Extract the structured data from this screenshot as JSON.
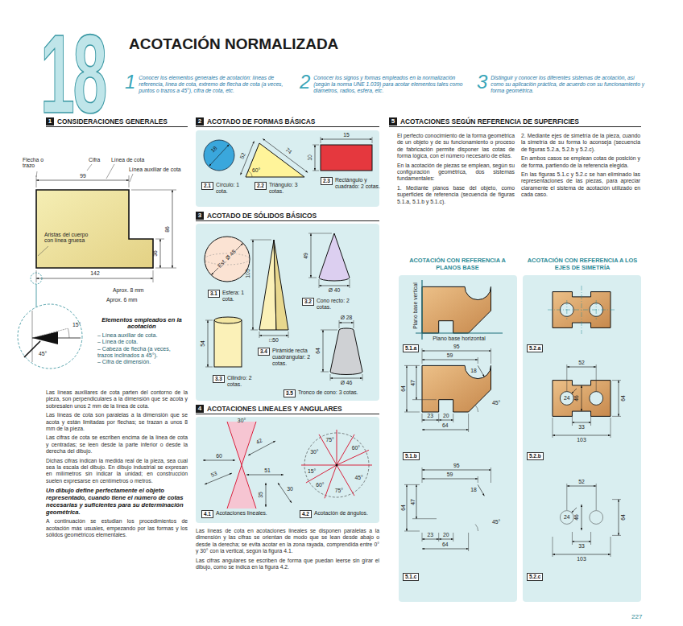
{
  "diagram": {
    "title": "ACOTACIÓN NORMALIZADA",
    "nodes": [
      {
        "text": [
          "1",
          "Conocer los elementos generales de acotación: líneas de referencia, línea de cota, extremo de flecha de cota (a veces, puntos o trazos a 45°), cifra de cota, etc."
        ]
      },
      {
        "text": [
          "2",
          "Conocer los signos y formas empleados en la normalización (según la norma UNE 1.039) para acotar elementos tales como diámetros, radios, esfera, etc."
        ]
      },
      {
        "text": [
          "3",
          "Distinguir y conocer los diferentes sistemas de acotación, así como su aplicación práctica, de acuerdo con su funcionamiento y forma geométrica."
        ]
      },
      {
        "text": [
          "1",
          "CONSIDERACIONES GENERALES"
        ]
      },
      {
        "text": [
          "2",
          "ACOTADO DE FORMAS BÁSICAS"
        ]
      },
      {
        "text": [
          "3",
          "ACOTADO DE SÓLIDOS BÁSICOS"
        ]
      },
      {
        "text": [
          "4",
          "ACOTACIONES LINEALES Y ANGULARES"
        ]
      },
      {
        "text": [
          "5",
          "ACOTACIONES SEGÚN REFERENCIA DE SUPERFICIES"
        ]
      },
      {
        "text": [
          "Elementos empleados en la acotación",
          "– Línea auxiliar de cota.",
          "– Línea de cota.",
          "– Cabeza de flecha (a veces, trazos inclinados a 45°).",
          "– Cifra de dimensión."
        ]
      },
      {
        "text": [
          "2.1",
          "Círculo: 1 cota."
        ]
      },
      {
        "text": [
          "2.2",
          "Triángulo: 3 cotas."
        ]
      },
      {
        "text": [
          "2.3",
          "Rectángulo y cuadrado: 2 cotas."
        ]
      },
      {
        "text": [
          "3.1",
          "Esfera: 1 cota."
        ]
      },
      {
        "text": [
          "3.2",
          "Cono recto: 2 cotas."
        ]
      },
      {
        "text": [
          "3.4",
          "Pirámide recta cuadrangular: 2 cotas."
        ]
      },
      {
        "text": [
          "3.3",
          "Cilindro: 2 cotas."
        ]
      },
      {
        "text": [
          "3.5",
          "Tronco de cono: 3 cotas."
        ]
      },
      {
        "text": [
          "4.1",
          "Acotaciones lineales."
        ]
      },
      {
        "text": [
          "4.2",
          "Acotación de ángulos."
        ]
      },
      {
        "text": [
          "5.1.a"
        ]
      },
      {
        "text": [
          "5.2.a"
        ]
      },
      {
        "text": [
          "5.1.b"
        ]
      },
      {
        "text": [
          "5.2.b"
        ]
      },
      {
        "text": [
          "5.1.c"
        ]
      },
      {
        "text": [
          "5.2.c"
        ]
      }
    ],
    "labels": [
      "18",
      "Flecha o trazo",
      "Cifra",
      "Línea de cota",
      "99",
      "Línea auxiliar de cota",
      "86",
      "36",
      "Aristas del cuerpo con línea gruesa",
      "142",
      "Aprox. 8 mm",
      "Aprox. 6 mm",
      "15°",
      "45°",
      "Las líneas auxiliares de cota parten del contorno de la pieza, son perpendiculares a la dimensión que se acota y sobresalen unos 2 mm de la línea de cota.",
      "Las líneas de cota son paralelas a la dimensión que se acota y están limitadas por flechas; se trazan a unos 8 mm de la pieza.",
      "Las cifras de cota se escriben encima de la línea de cota y centradas; se leen desde la parte inferior o desde la derecha del dibujo.",
      "Dichas cifras indican la medida real de la pieza, sea cual sea la escala del dibujo. En dibujo industrial se expresan en milímetros sin indicar la unidad; en construcción suelen expresarse en centímetros o metros.",
      "Un dibujo define perfectamente el objeto representado, cuando tiene el número de cotas necesarias y suficientes para su determinación geométrica.",
      "A continuación se estudian los procedimientos de acotación más usuales, empezando por las formas y los sólidos geométricos elementales.",
      "18",
      "52",
      "74",
      "60°",
      "15",
      "10",
      "Esf. Ø 48",
      "49",
      "Ø 40",
      "105",
      "□50",
      "54",
      "Ø 28",
      "64",
      "Ø 46",
      "30°",
      "60",
      "42",
      "51",
      "53",
      "35",
      "30",
      "75°",
      "60°",
      "30°",
      "15°",
      "45°",
      "60°",
      "75°",
      "Las líneas de cota en acotaciones lineales se disponen paralelas a la dimensión y las cifras se orientan de modo que se lean desde abajo o desde la derecha; se evita acotar en la zona rayada, comprendida entre 0° y 30° con la vertical, según la figura 4.1.",
      "Las cifras angulares se escriben de forma que puedan leerse sin girar el dibujo, como se indica en la figura 4.2.",
      "El perfecto conocimiento de la forma geométrica de un objeto y de su funcionamiento o proceso de fabricación permite disponer las cotas de forma lógica, con el número necesario de ellas.",
      "En la acotación de piezas se emplean, según su configuración geométrica, dos sistemas fundamentales:",
      "1. Mediante planos base del objeto, como superficies de referencia (secuencia de figuras 5.1.a, 5.1.b y 5.1.c).",
      "2. Mediante ejes de simetría de la pieza, cuando la simetría de su forma lo aconseja (secuencia de figuras 5.2.a, 5.2.b y 5.2.c).",
      "En ambos casos se emplean cotas de posición y de forma, partiendo de la referencia elegida.",
      "En las figuras 5.1.c y 5.2.c se han eliminado las representaciones de las piezas, para apreciar claramente el sistema de acotación utilizado en cada caso.",
      "ACOTACIÓN CON REFERENCIA A PLANOS BASE",
      "ACOTACIÓN CON REFERENCIA A LOS EJES DE SIMETRÍA",
      "Plano base vertical",
      "Plano base horizontal",
      "95",
      "59",
      "18",
      "64",
      "47",
      "23",
      "20",
      "45°",
      "64",
      "52",
      "24",
      "46",
      "64",
      "33",
      "103",
      "95",
      "59",
      "18",
      "64",
      "47",
      "23",
      "20",
      "45°",
      "64",
      "52",
      "24",
      "46",
      "64",
      "33",
      "103",
      "227"
    ]
  }
}
